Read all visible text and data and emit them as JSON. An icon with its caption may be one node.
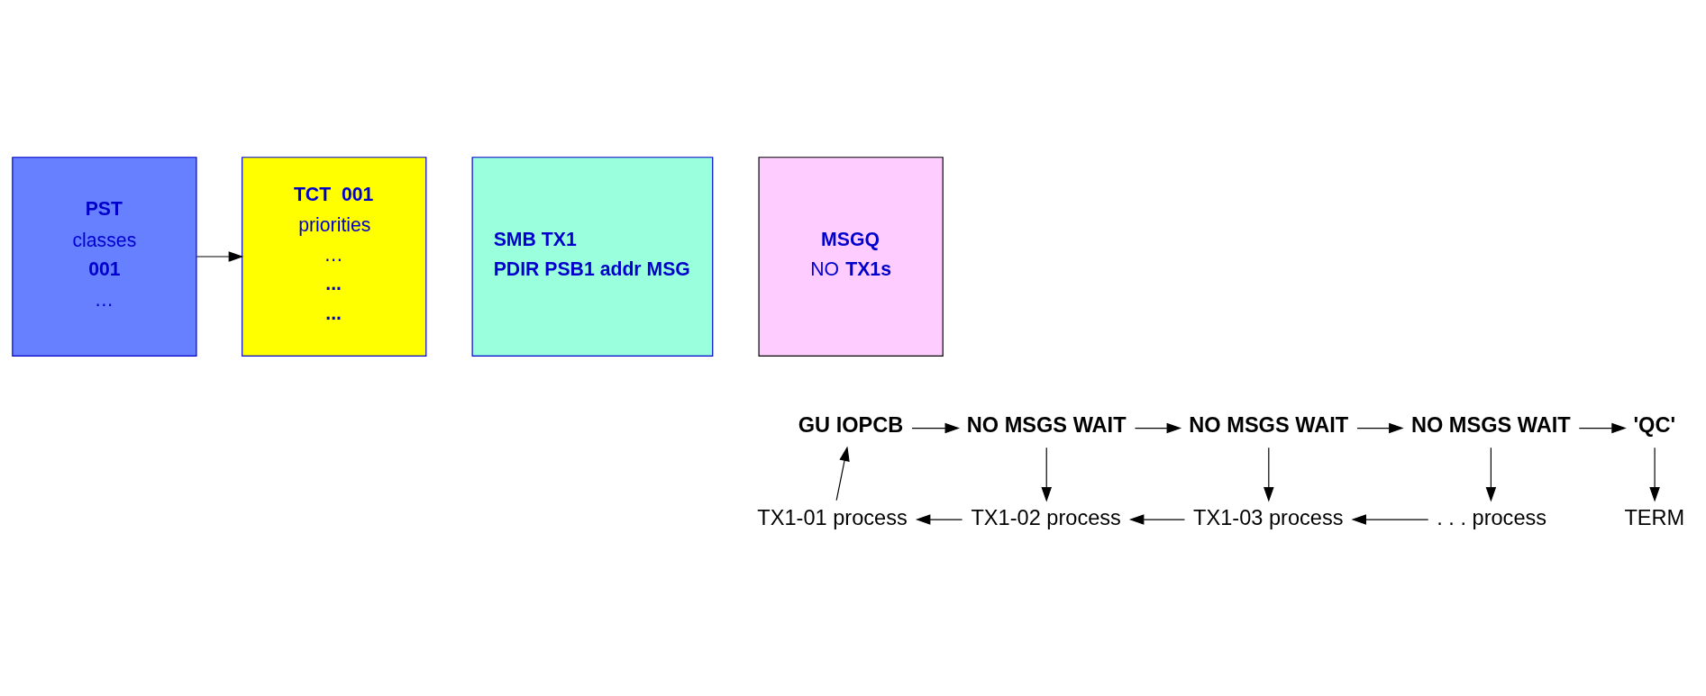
{
  "diagram": {
    "nodes": [
      {
        "text": [
          "PST",
          "classes",
          "001",
          "…"
        ]
      },
      {
        "text": [
          "TCT  001",
          "priorities",
          "…",
          "...",
          "..."
        ]
      },
      {
        "text": [
          "SMB TX1",
          "PDIR PSB1 addr MSG"
        ]
      },
      {
        "text": [
          "MSGQ",
          "NO **TX1s**"
        ]
      },
      {
        "text": [
          "GU IOPCB"
        ]
      },
      {
        "text": [
          "NO MSGS WAIT"
        ]
      },
      {
        "text": [
          "TX1-01 process"
        ]
      },
      {
        "text": [
          "NO MSGS WAIT"
        ]
      },
      {
        "text": [
          "TX1-02 process"
        ]
      },
      {
        "text": [
          "NO MSGS WAIT"
        ]
      },
      {
        "text": [
          "TX1-03 process"
        ]
      },
      {
        "text": [
          "'QC'"
        ]
      },
      {
        "text": [
          ". . . process"
        ]
      },
      {
        "text": [
          "TERM"
        ]
      }
    ],
    "edges": [
      {
        "from": 0,
        "to": 1,
        "arrow": "to"
      },
      {
        "from": 4,
        "to": 5,
        "arrow": "to"
      },
      {
        "from": 5,
        "to": 8,
        "arrow": "to"
      },
      {
        "from": 5,
        "to": 7,
        "arrow": "to"
      },
      {
        "from": 7,
        "to": 10,
        "arrow": "to"
      },
      {
        "from": 7,
        "to": 9,
        "arrow": "to"
      },
      {
        "from": 9,
        "to": 12,
        "arrow": "to"
      },
      {
        "from": 9,
        "to": 11,
        "arrow": "to"
      },
      {
        "from": 11,
        "to": 13,
        "arrow": "to"
      },
      {
        "from": 12,
        "to": 10,
        "arrow": "to"
      },
      {
        "from": 10,
        "to": 8,
        "arrow": "to"
      },
      {
        "from": 8,
        "to": 6,
        "arrow": "to"
      },
      {
        "from": 6,
        "to": 4,
        "arrow": "to"
      }
    ]
  }
}
